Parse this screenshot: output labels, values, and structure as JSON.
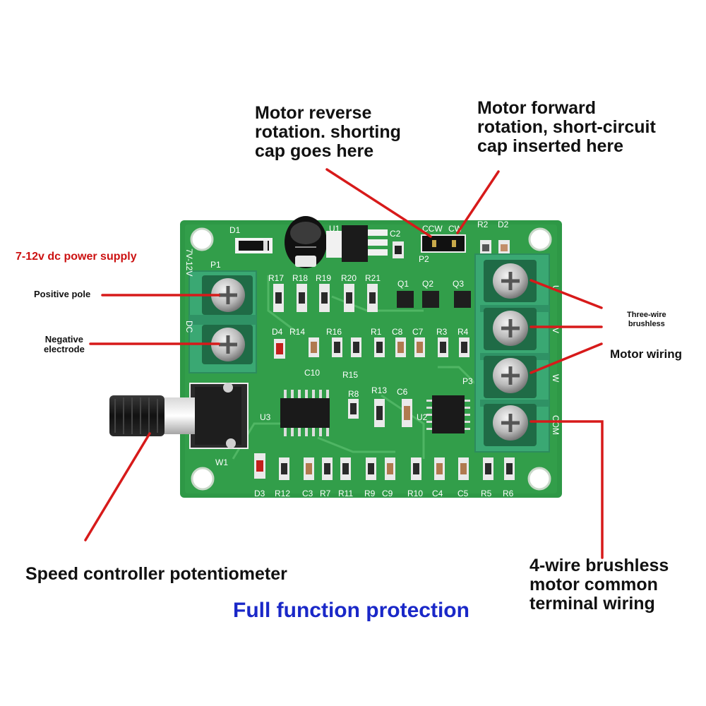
{
  "annotations": {
    "motor_reverse": "Motor reverse\nrotation. shorting\ncap goes here",
    "motor_forward": "Motor forward\nrotation, short-circuit\ncap inserted here",
    "power_supply": "7-12v dc power supply",
    "positive_pole": "Positive pole",
    "negative_electrode": "Negative\nelectrode",
    "three_wire": "Three-wire\nbrushless",
    "motor_wiring": "Motor wiring",
    "speed_pot": "Speed controller potentiometer",
    "four_wire": "4-wire brushless\nmotor common\nterminal wiring",
    "full_protection": "Full function protection"
  },
  "board": {
    "silkscreen": {
      "d1": "D1",
      "p1": "P1",
      "u1": "U1",
      "c2": "C2",
      "ccw": "CCW",
      "cw": "CW",
      "p2": "P2",
      "r2": "R2",
      "d2": "D2",
      "voltage": "7V-12V",
      "dc": "DC",
      "r17": "R17",
      "r18": "R18",
      "r19": "R19",
      "r20": "R20",
      "r21": "R21",
      "q1": "Q1",
      "q2": "Q2",
      "q3": "Q3",
      "d4": "D4",
      "r14": "R14",
      "r16": "R16",
      "r1": "R1",
      "c8": "C8",
      "c7": "C7",
      "r3": "R3",
      "r4": "R4",
      "c10": "C10",
      "r15": "R15",
      "r8": "R8",
      "r13": "R13",
      "c6": "C6",
      "u3": "U3",
      "u2": "U2",
      "p3": "P3",
      "w1": "W1",
      "d3": "D3",
      "r12": "R12",
      "c3": "C3",
      "r7": "R7",
      "r11": "R11",
      "r9": "R9",
      "c9": "C9",
      "r10": "R10",
      "c4": "C4",
      "c5": "C5",
      "r5": "R5",
      "r6": "R6",
      "pin_u": "U",
      "pin_v": "V",
      "pin_w": "W",
      "pin_com": "COM"
    },
    "colors": {
      "pcb": "#2f9a45",
      "terminal": "#3fae73",
      "arrow": "#d71a1a"
    }
  }
}
